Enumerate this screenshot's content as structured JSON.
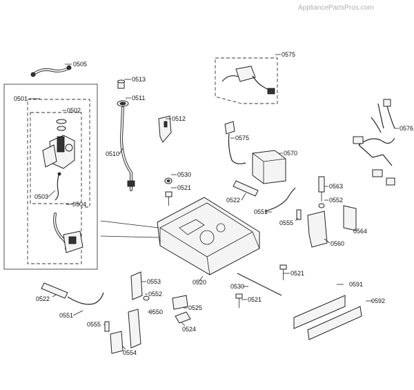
{
  "watermark": "AppliancePartsPros.com",
  "callouts": [
    "0505",
    "0513",
    "0511",
    "0501",
    "0502",
    "0512",
    "0510",
    "0503",
    "0504",
    "0530",
    "0521",
    "0575",
    "0576",
    "0570",
    "0522",
    "0551",
    "0563",
    "0552",
    "0555",
    "0560",
    "0564",
    "0520",
    "0553",
    "0525",
    "0550",
    "0524",
    "0554",
    "0591",
    "0592"
  ],
  "labels": [
    {
      "id": "0505",
      "text": "0505"
    },
    {
      "id": "0513",
      "text": "0513"
    },
    {
      "id": "0511",
      "text": "0511"
    },
    {
      "id": "0501",
      "text": "0501"
    },
    {
      "id": "0502",
      "text": "0502"
    },
    {
      "id": "0512",
      "text": "0512"
    },
    {
      "id": "0510",
      "text": "0510"
    },
    {
      "id": "0503",
      "text": "0503"
    },
    {
      "id": "0504",
      "text": "0504"
    },
    {
      "id": "0530a",
      "text": "0530"
    },
    {
      "id": "0521a",
      "text": "0521"
    },
    {
      "id": "0575a",
      "text": "0575"
    },
    {
      "id": "0575b",
      "text": "0575"
    },
    {
      "id": "0576",
      "text": "0576"
    },
    {
      "id": "0570",
      "text": "0570"
    },
    {
      "id": "0522a",
      "text": "0522"
    },
    {
      "id": "0551a",
      "text": "0551"
    },
    {
      "id": "0563",
      "text": "0563"
    },
    {
      "id": "0552a",
      "text": "0552"
    },
    {
      "id": "0555a",
      "text": "0555"
    },
    {
      "id": "0560",
      "text": "0560"
    },
    {
      "id": "0564",
      "text": "0564"
    },
    {
      "id": "0521b",
      "text": "0521"
    },
    {
      "id": "0520",
      "text": "0520"
    },
    {
      "id": "0530b",
      "text": "0530"
    },
    {
      "id": "0521c",
      "text": "0521"
    },
    {
      "id": "0553",
      "text": "0553"
    },
    {
      "id": "0522b",
      "text": "0522"
    },
    {
      "id": "0552b",
      "text": "0552"
    },
    {
      "id": "0525",
      "text": "0525"
    },
    {
      "id": "0551b",
      "text": "0551"
    },
    {
      "id": "0550",
      "text": "0550"
    },
    {
      "id": "0555b",
      "text": "0555"
    },
    {
      "id": "0524",
      "text": "0524"
    },
    {
      "id": "0554",
      "text": "0554"
    },
    {
      "id": "0591",
      "text": "0591"
    },
    {
      "id": "0592",
      "text": "0592"
    }
  ]
}
